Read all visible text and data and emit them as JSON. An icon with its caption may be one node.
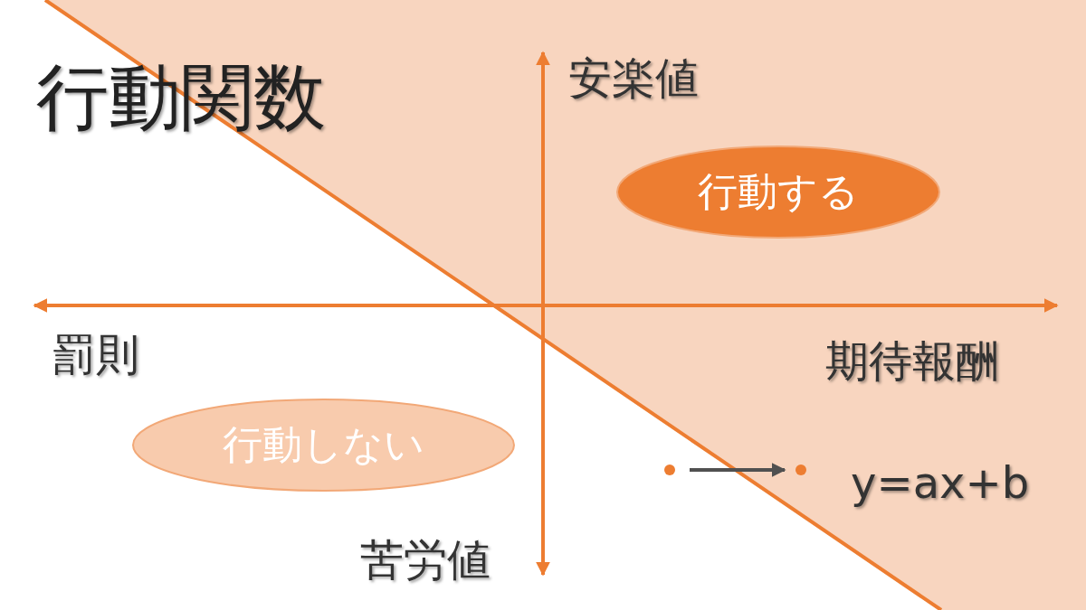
{
  "diagram": {
    "title": "行動関数",
    "nodes": [
      {
        "text": [
          "行動する"
        ]
      },
      {
        "text": [
          "行動しない"
        ]
      },
      {
        "text": [],
        "shape": "circle"
      },
      {
        "text": [],
        "shape": "circle"
      }
    ],
    "edges": [
      {
        "from": 2,
        "to": 3,
        "arrow": "to"
      }
    ],
    "labels": [
      "安楽値",
      "罰則",
      "期待報酬",
      "y=ax+b",
      "苦労値"
    ]
  }
}
